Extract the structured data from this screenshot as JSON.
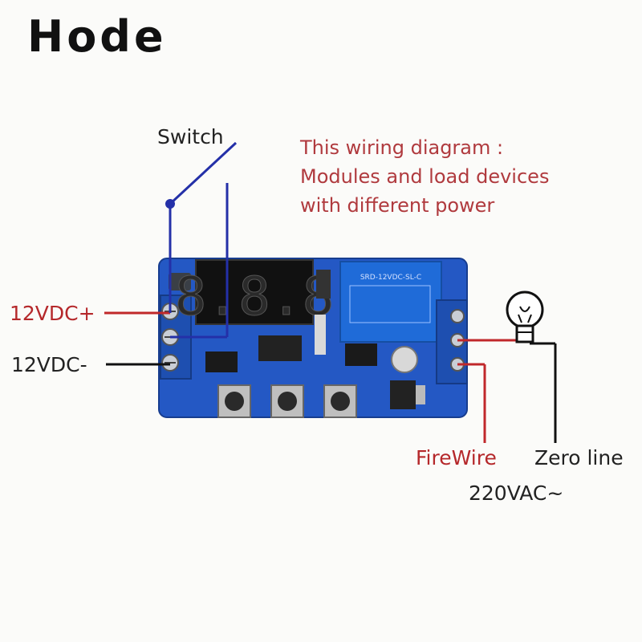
{
  "brand": "Hode",
  "note": {
    "line1": "This wiring diagram :",
    "line2": "Modules and load devices",
    "line3": "with different power"
  },
  "labels": {
    "switch": "Switch",
    "vdc_plus": "12VDC+",
    "vdc_minus": "12VDC-",
    "firewire": "FireWire",
    "zero_line": "Zero line",
    "vac": "220VAC~"
  },
  "board": {
    "display_text": "8.8.8",
    "relay_label": "SRD-12VDC-SL-C"
  },
  "colors": {
    "board": "#2458c4",
    "wire_red": "#c0282b",
    "wire_blue": "#2430a8",
    "wire_black": "#111111"
  }
}
